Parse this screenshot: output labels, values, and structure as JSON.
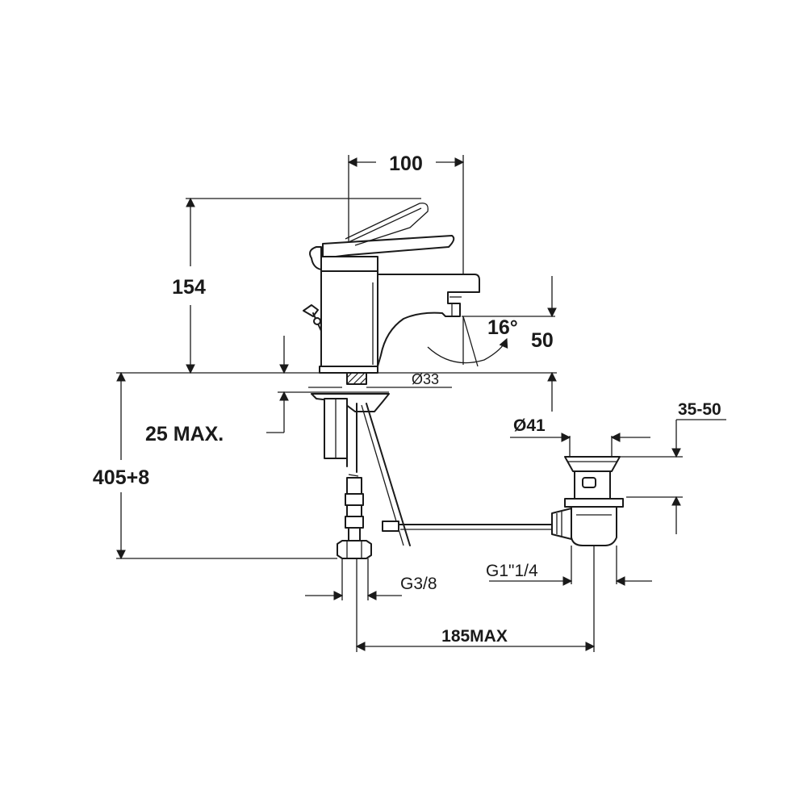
{
  "dimensions": {
    "width_top": "100",
    "height_total": "154",
    "spout_angle": "16°",
    "spout_height": "50",
    "base_diameter": "Ø33",
    "deck_thickness": "25 MAX.",
    "hose_length": "405+8",
    "waste_diameter": "Ø41",
    "waste_range": "35-50",
    "inlet_thread": "G3/8",
    "waste_thread": "G1\"1/4",
    "rod_length": "185MAX"
  },
  "colors": {
    "line": "#1a1a1a",
    "background": "#ffffff"
  }
}
